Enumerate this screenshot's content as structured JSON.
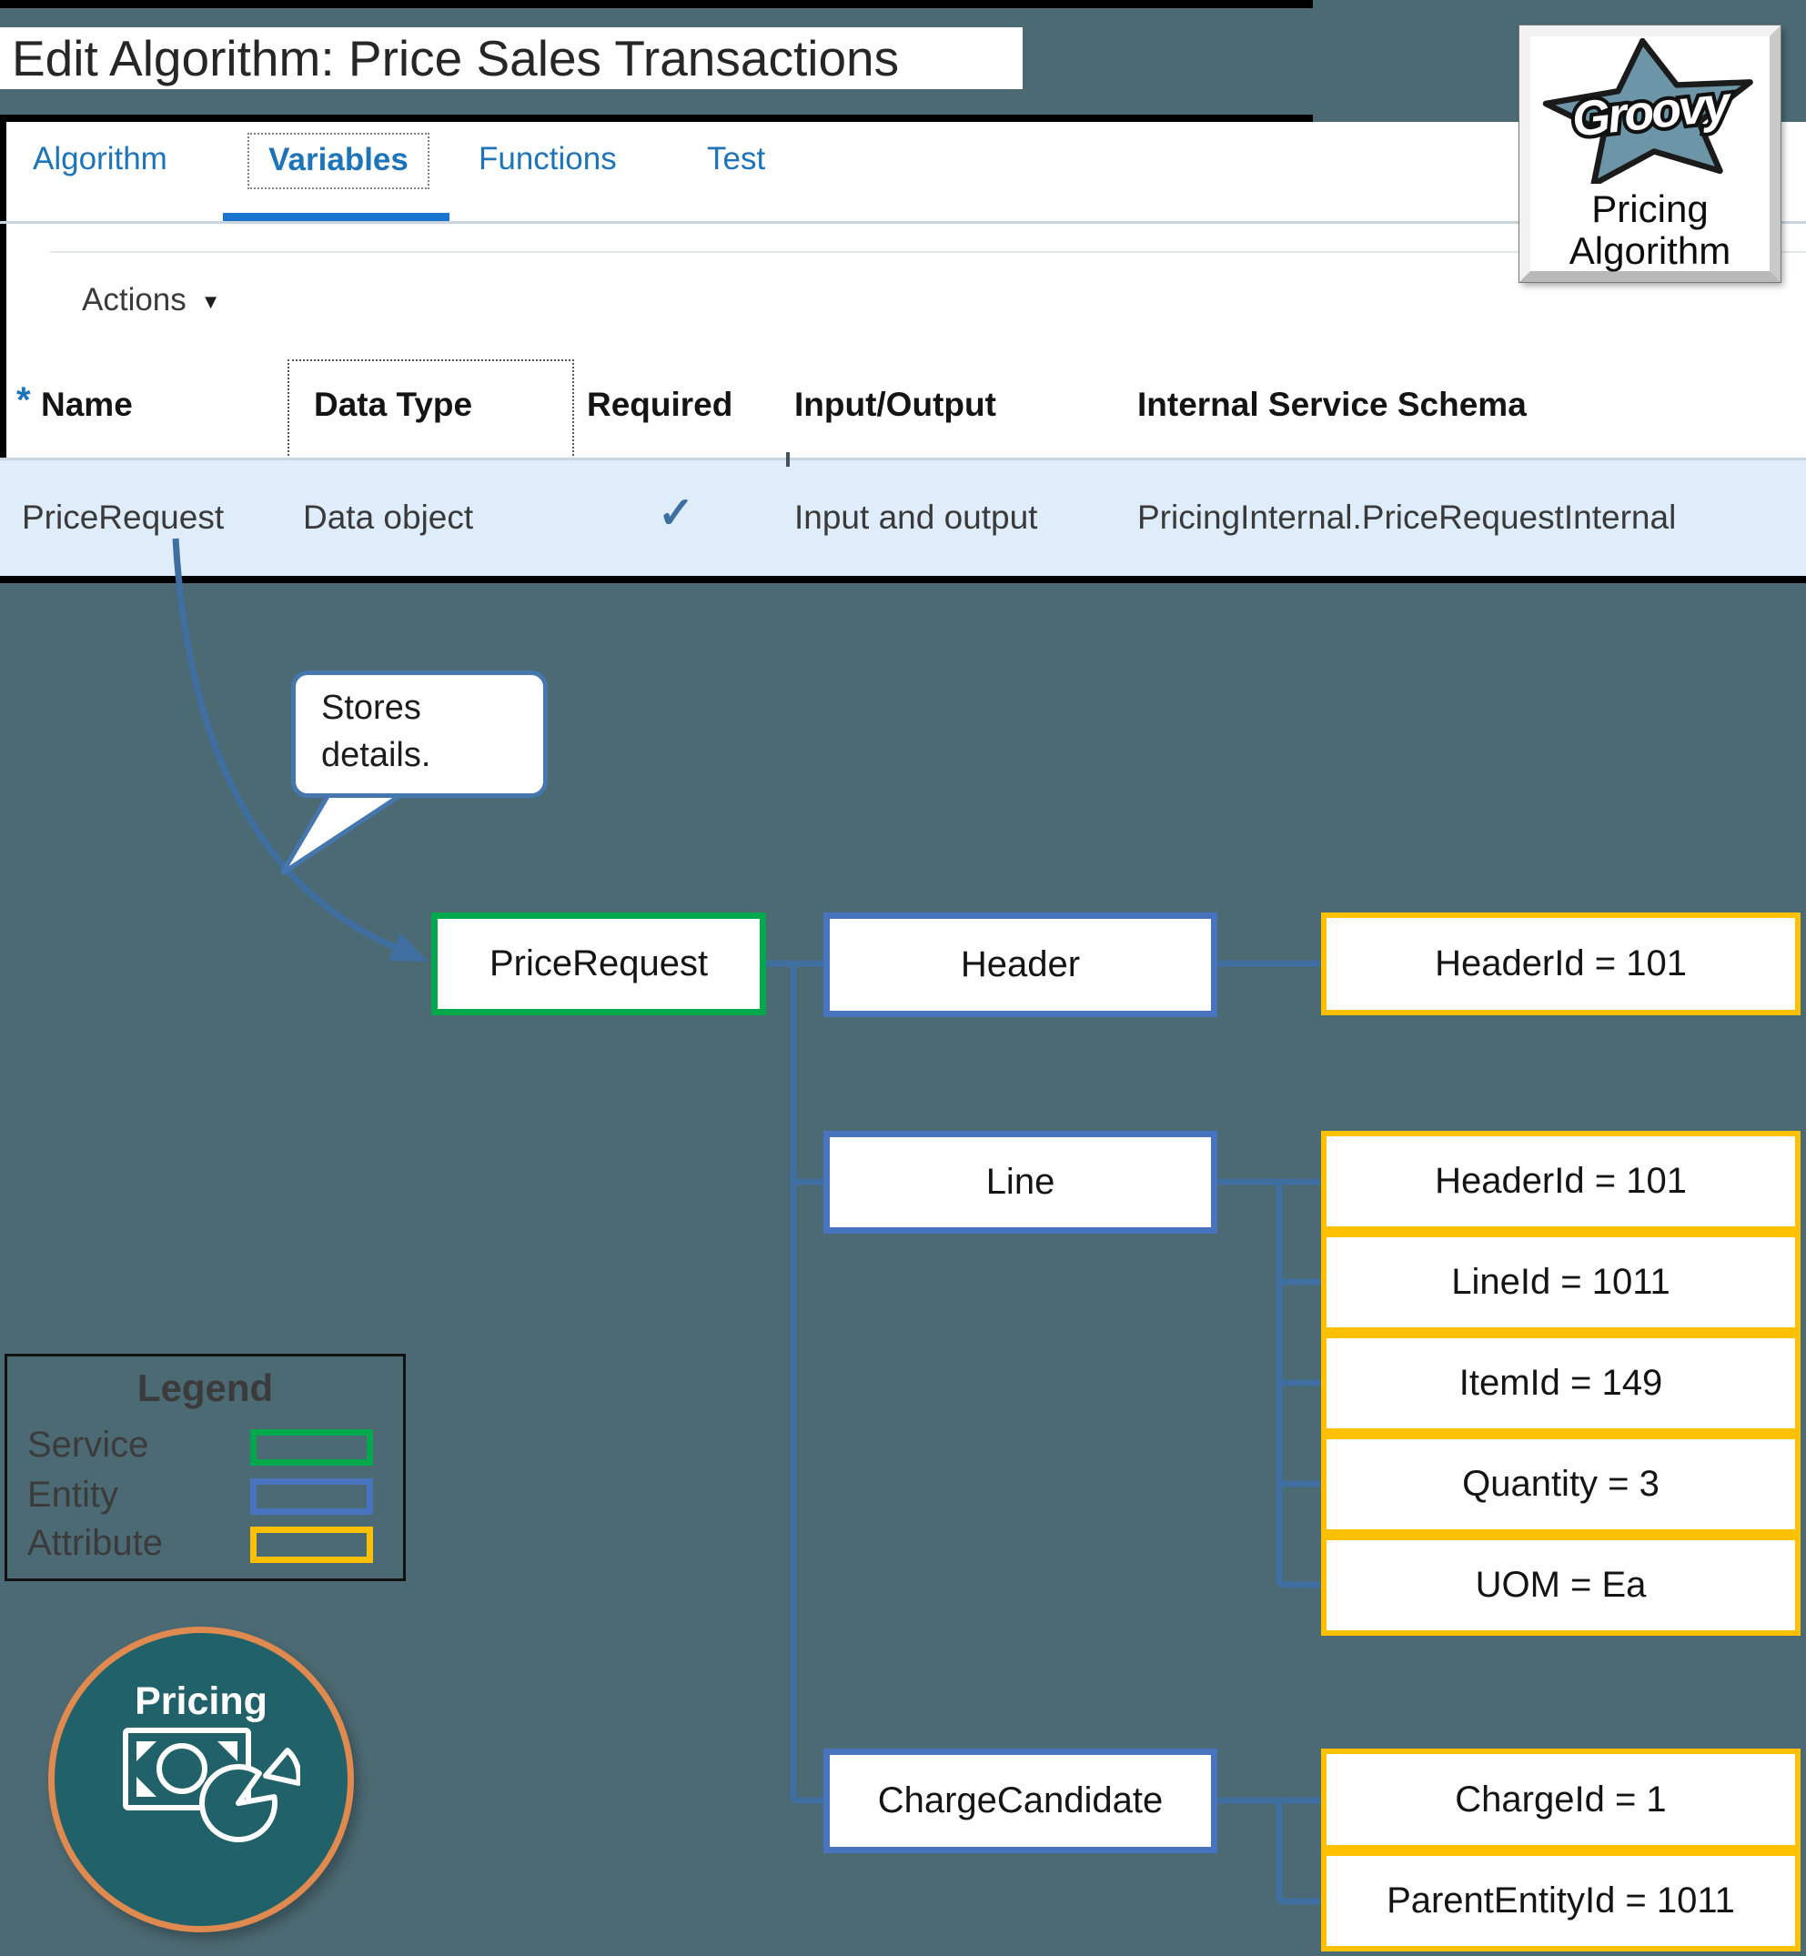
{
  "screenshot": {
    "title": "Edit Algorithm: Price Sales Transactions",
    "tabs": [
      {
        "label": "Algorithm",
        "active": false
      },
      {
        "label": "Variables",
        "active": true
      },
      {
        "label": "Functions",
        "active": false
      },
      {
        "label": "Test",
        "active": false
      }
    ],
    "actions_label": "Actions",
    "table": {
      "required_marker": "*",
      "columns": [
        "Name",
        "Data Type",
        "Required",
        "Input/Output",
        "Internal Service Schema"
      ],
      "row": {
        "name": "PriceRequest",
        "data_type": "Data object",
        "required": "✓",
        "input_output": "Input and output",
        "schema": "PricingInternal.PriceRequestInternal"
      }
    }
  },
  "groovy_badge": {
    "logo_text": "Groovy",
    "caption_line1": "Pricing",
    "caption_line2": "Algorithm"
  },
  "callout": {
    "line1": "Stores",
    "line2": "details."
  },
  "tree": {
    "root": {
      "label": "PriceRequest",
      "type": "service"
    },
    "branches": [
      {
        "entity": "Header",
        "attributes": [
          "HeaderId = 101"
        ]
      },
      {
        "entity": "Line",
        "attributes": [
          "HeaderId = 101",
          "LineId = 1011",
          "ItemId = 149",
          "Quantity = 3",
          "UOM = Ea"
        ]
      },
      {
        "entity": "ChargeCandidate",
        "attributes": [
          "ChargeId = 1",
          "ParentEntityId = 1011"
        ]
      }
    ]
  },
  "legend": {
    "title": "Legend",
    "items": [
      {
        "label": "Service",
        "color": "#00A84D"
      },
      {
        "label": "Entity",
        "color": "#4873BE"
      },
      {
        "label": "Attribute",
        "color": "#FFC000"
      }
    ]
  },
  "pricing_badge": {
    "label": "Pricing"
  },
  "colors": {
    "background": "#4C6A73",
    "service_border": "#00A84D",
    "entity_border": "#4873BE",
    "attribute_border": "#FFC000",
    "connector": "#3F6FA0",
    "tab_blue": "#1E74B8",
    "tab_underline": "#1874CC",
    "row_highlight": "#DFECFA",
    "circle_fill": "#20616A",
    "circle_border": "#E08A50",
    "star_fill": "#6C96A8"
  }
}
